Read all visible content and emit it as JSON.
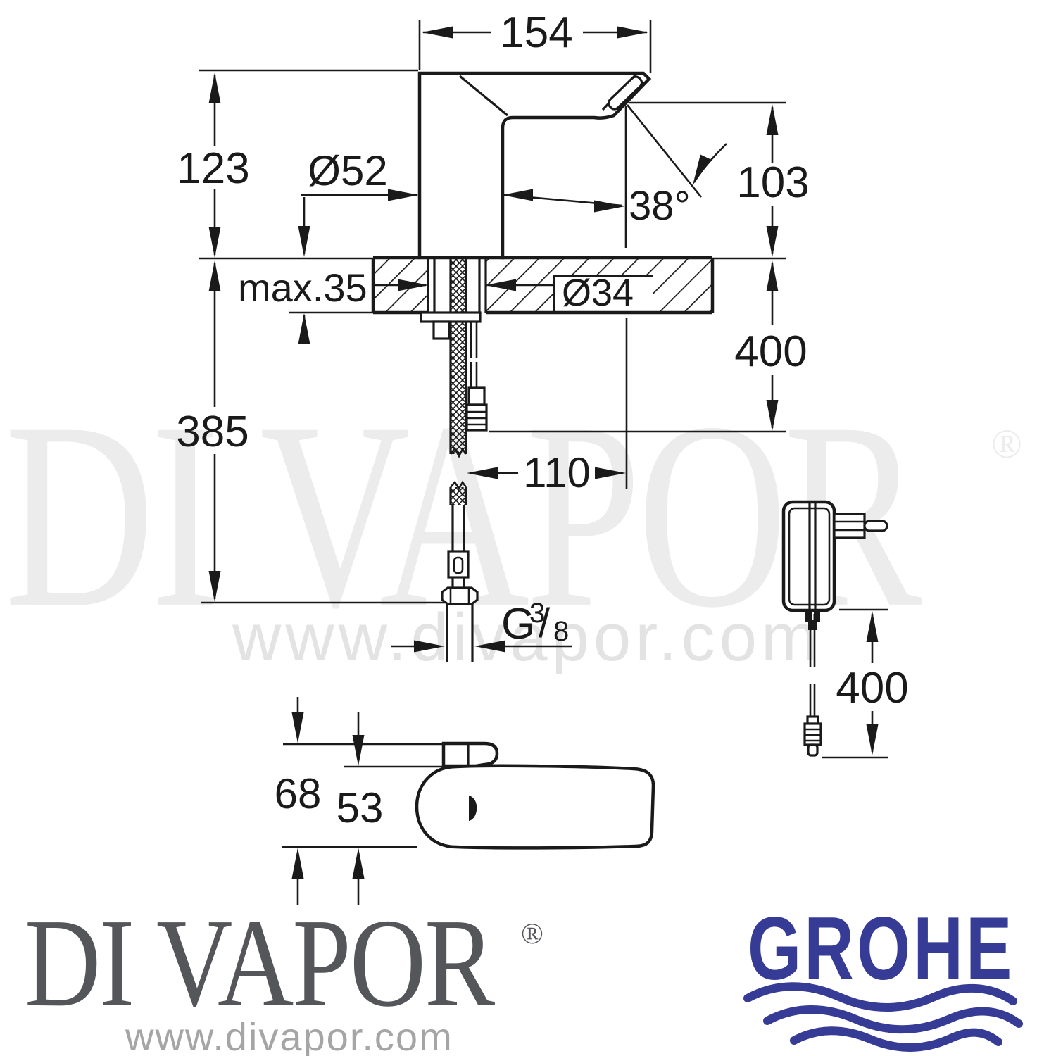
{
  "watermark_center": {
    "brand": "DI VAPOR",
    "reg": "®",
    "url": "www.divapor.com"
  },
  "footer_brand": {
    "name": "DI VAPOR",
    "reg": "®",
    "url": "www.divapor.com"
  },
  "grohe_logo": {
    "name": "GROHE",
    "color": "#363C96"
  },
  "drawing": {
    "ink_color": "#1a1a1a",
    "dims": {
      "spout_reach": "154",
      "base_height": "123",
      "body_diameter": "Ø52",
      "deck_thickness": "max.35",
      "hole_diameter": "Ø34",
      "spray_angle": "38°",
      "outlet_height": "103",
      "cable_length_right": "400",
      "hose_length": "385",
      "outlet_offset": "110",
      "thread_base": "G",
      "thread_num": "3",
      "thread_slash": "/",
      "thread_den": "8",
      "topview_total_width": "68",
      "topview_body_width": "53",
      "adapter_cable_length": "400"
    }
  }
}
